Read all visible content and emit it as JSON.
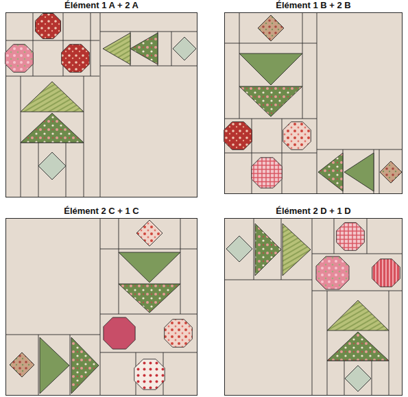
{
  "diagram": {
    "nodes": [
      {
        "text": [
          "Élément 1 A + 2 A"
        ]
      },
      {
        "text": [
          "Élément 1 B + 2 B"
        ]
      },
      {
        "text": [
          "Élément 2 C + 1 C"
        ]
      },
      {
        "text": [
          "Élément 2 D + 1 D"
        ]
      }
    ]
  }
}
